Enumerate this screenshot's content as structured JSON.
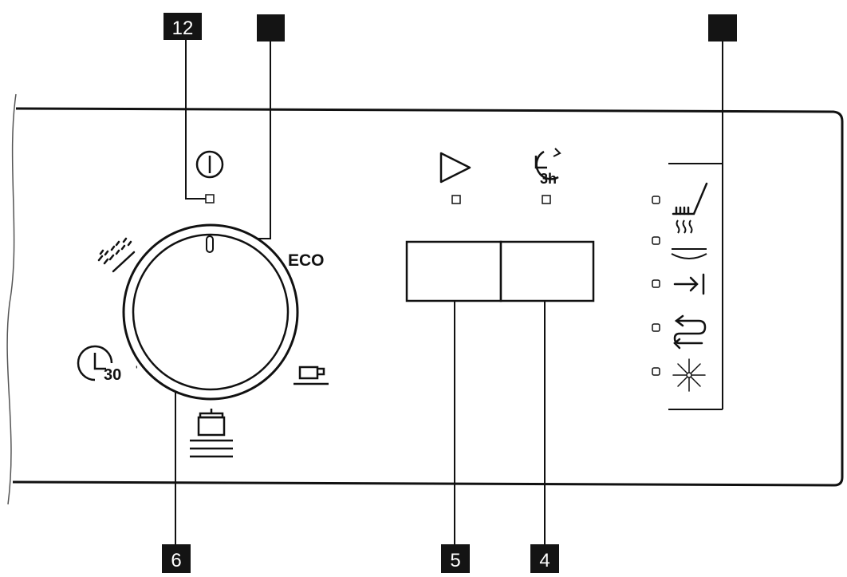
{
  "callouts": {
    "power_led": "12",
    "knob_indicator": "",
    "indicator_group": "",
    "program_knob": "6",
    "start_button": "5",
    "delay_button": "4"
  },
  "program_knob": {
    "eco_label": "ECO",
    "quick_30_label": "30",
    "programs": [
      "pre-rinse-icon",
      "eco-program",
      "glass-cup-icon",
      "pot-icon",
      "quick-30-icon"
    ]
  },
  "buttons": {
    "start": {
      "icon": "play-icon"
    },
    "delay": {
      "icon": "delay-3h-icon",
      "label": "3h"
    }
  },
  "indicators": [
    {
      "icon": "brush-icon"
    },
    {
      "icon": "drying-icon"
    },
    {
      "icon": "end-arrow-icon"
    },
    {
      "icon": "rinse-aid-icon"
    },
    {
      "icon": "salt-icon"
    }
  ],
  "colors": {
    "line": "#111111",
    "tag_bg": "#141414",
    "tag_text": "#ffffff"
  }
}
